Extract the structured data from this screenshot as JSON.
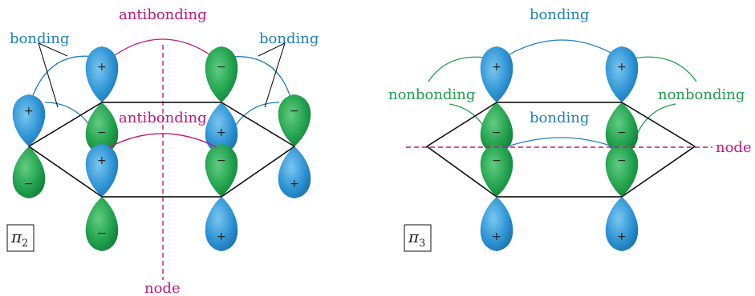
{
  "colors": {
    "bonding": "#1f7fc4",
    "antibonding": "#c2187a",
    "nonbonding": "#1f9e4a",
    "node": "#c2187a",
    "lobe_blue": "#2f9ad8",
    "lobe_green": "#22a34f",
    "ring": "#111111"
  },
  "left": {
    "label_pi": "π",
    "label_sub": "2",
    "top_label": "antibonding",
    "middle_label": "antibonding",
    "bonding_left": "bonding",
    "bonding_right": "bonding",
    "node_label": "node"
  },
  "right": {
    "label_pi": "π",
    "label_sub": "3",
    "top_label": "bonding",
    "middle_label": "bonding",
    "nonbonding_left": "nonbonding",
    "nonbonding_right": "nonbonding",
    "node_label": "node"
  },
  "signs": {
    "plus": "+",
    "minus": "−"
  }
}
